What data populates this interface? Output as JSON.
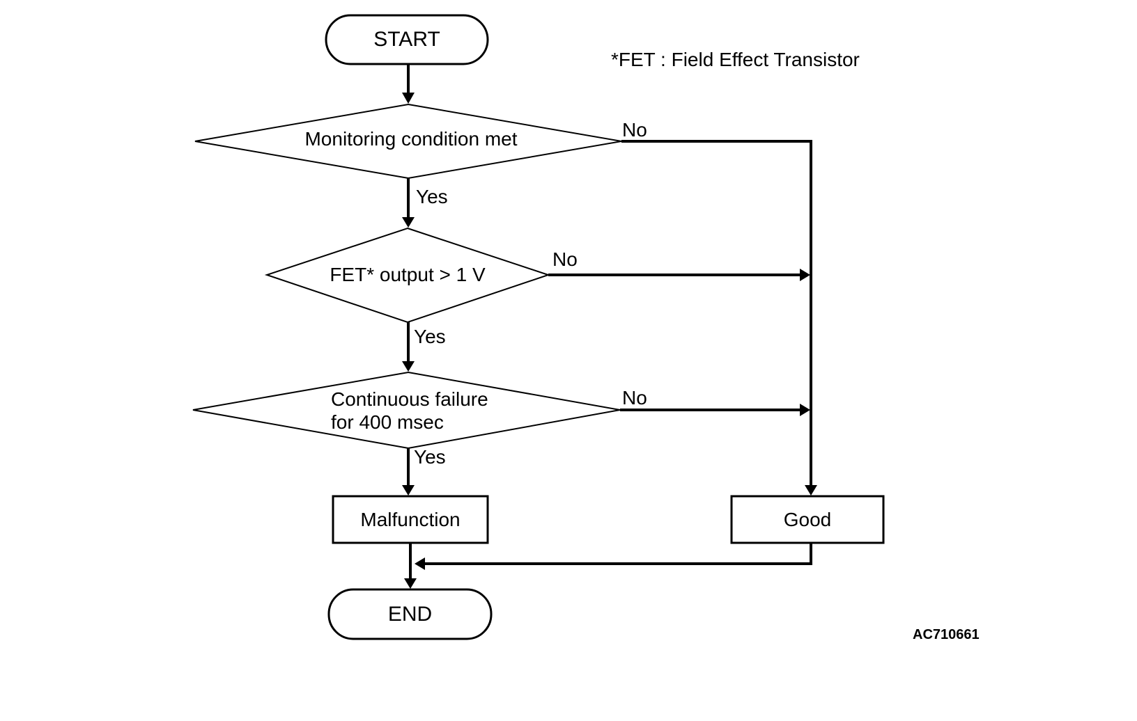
{
  "colors": {
    "background": "#ffffff",
    "line": "#000000",
    "text": "#000000"
  },
  "annotation": {
    "text": "*FET : Field Effect Transistor"
  },
  "figure_code": {
    "text": "AC710661"
  },
  "nodes": {
    "start": {
      "label": "START",
      "type": "terminator"
    },
    "decision1": {
      "label": "Monitoring condition met",
      "type": "decision"
    },
    "decision2": {
      "label": "FET* output > 1 V",
      "type": "decision"
    },
    "decision3": {
      "label_line1": "Continuous failure",
      "label_line2": "for 400 msec",
      "type": "decision"
    },
    "malfunction": {
      "label": "Malfunction",
      "type": "process"
    },
    "good": {
      "label": "Good",
      "type": "process"
    },
    "end": {
      "label": "END",
      "type": "terminator"
    }
  },
  "edge_labels": {
    "decision1_yes": "Yes",
    "decision1_no": "No",
    "decision2_yes": "Yes",
    "decision2_no": "No",
    "decision3_yes": "Yes",
    "decision3_no": "No"
  }
}
